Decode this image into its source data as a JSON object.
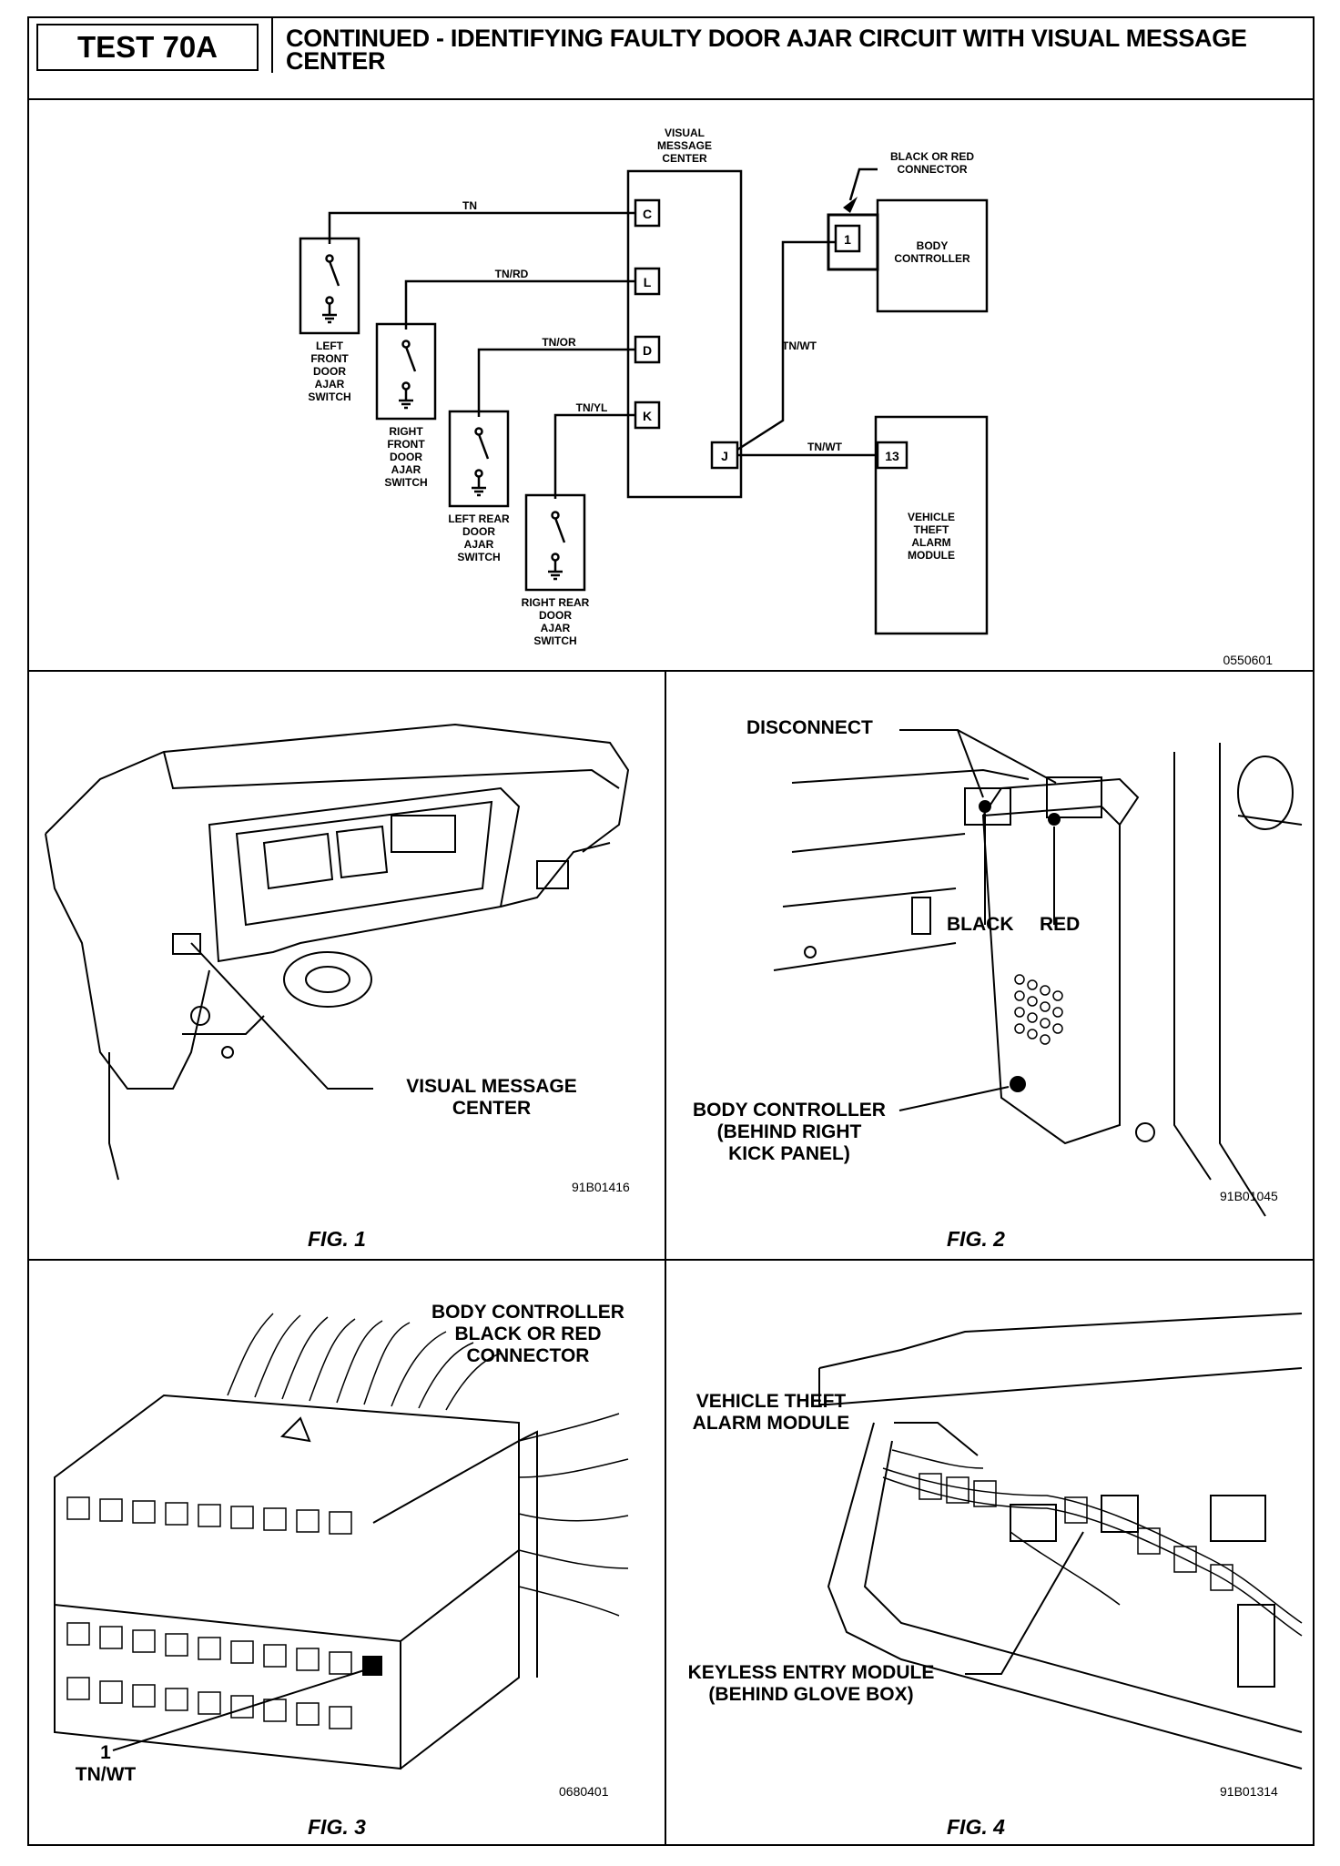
{
  "header": {
    "test_label": "TEST 70A",
    "title": "CONTINUED - IDENTIFYING FAULTY DOOR AJAR CIRCUIT WITH VISUAL MESSAGE CENTER"
  },
  "schematic": {
    "vmc_label": [
      "VISUAL",
      "MESSAGE",
      "CENTER"
    ],
    "connector_label": [
      "BLACK OR RED",
      "CONNECTOR"
    ],
    "body_controller": [
      "BODY",
      "CONTROLLER"
    ],
    "theft_module": [
      "VEHICLE",
      "THEFT",
      "ALARM",
      "MODULE"
    ],
    "pins": {
      "c": "C",
      "l": "L",
      "d": "D",
      "k": "K",
      "j": "J",
      "one": "1",
      "thirteen": "13"
    },
    "wires": {
      "tn": "TN",
      "tn_rd": "TN/RD",
      "tn_or": "TN/OR",
      "tn_yl": "TN/YL",
      "tn_wt_up": "TN/WT",
      "tn_wt": "TN/WT"
    },
    "switches": {
      "lf": [
        "LEFT",
        "FRONT",
        "DOOR",
        "AJAR",
        "SWITCH"
      ],
      "rf": [
        "RIGHT",
        "FRONT",
        "DOOR",
        "AJAR",
        "SWITCH"
      ],
      "lr": [
        "LEFT  REAR",
        "DOOR",
        "AJAR",
        "SWITCH"
      ],
      "rr": [
        "RIGHT  REAR",
        "DOOR",
        "AJAR",
        "SWITCH"
      ]
    },
    "code": "0550601"
  },
  "fig1": {
    "callout": [
      "VISUAL MESSAGE",
      "CENTER"
    ],
    "code": "91B01416",
    "caption": "FIG. 1"
  },
  "fig2": {
    "disconnect": "DISCONNECT",
    "black": "BLACK",
    "red": "RED",
    "callout": [
      "BODY CONTROLLER",
      "(BEHIND RIGHT",
      "KICK PANEL)"
    ],
    "code": "91B01045",
    "caption": "FIG. 2"
  },
  "fig3": {
    "title": [
      "BODY CONTROLLER",
      "BLACK OR RED",
      "CONNECTOR"
    ],
    "pin": [
      "1",
      "TN/WT"
    ],
    "code": "0680401",
    "caption": "FIG. 3"
  },
  "fig4": {
    "theft": [
      "VEHICLE THEFT",
      "ALARM MODULE"
    ],
    "keyless": [
      "KEYLESS ENTRY MODULE",
      "(BEHIND GLOVE BOX)"
    ],
    "code": "91B01314",
    "caption": "FIG. 4"
  }
}
